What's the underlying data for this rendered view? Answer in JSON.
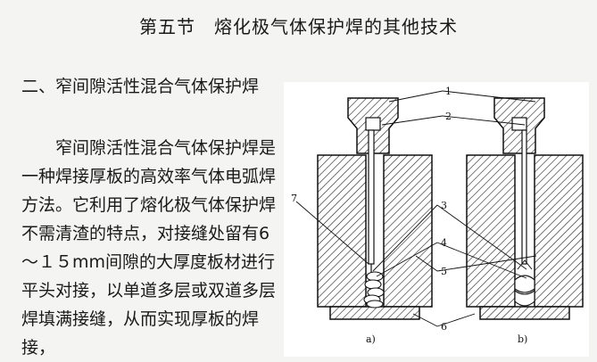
{
  "page": {
    "title": "第五节　熔化极气体保护焊的其他技术",
    "heading": "二、窄间隙活性混合气体保护焊",
    "body": "窄间隙活性混合气体保护焊是一种焊接厚板的高效率气体电弧焊方法。它利用了熔化极气体保护焊不需清渣的特点，对接缝处留有6～１５mm间隙的大厚度板材进行平头对接，以单道多层或双道多层焊填满接缝，从而实现厚板的焊接，"
  },
  "figure": {
    "callouts": [
      "1",
      "2",
      "3",
      "4",
      "5",
      "6",
      "7"
    ],
    "panel_a": "a)",
    "panel_b": "b)"
  }
}
